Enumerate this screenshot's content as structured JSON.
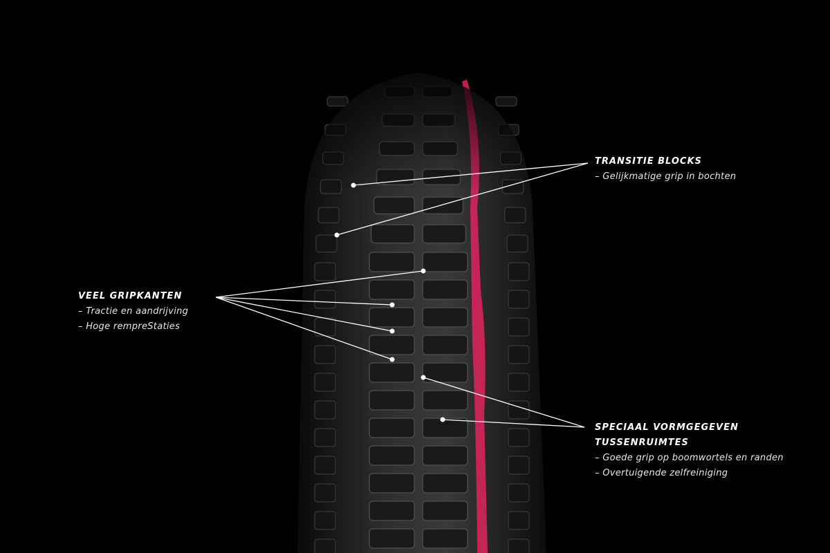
{
  "callouts": {
    "transitie": {
      "title": "TRANSITIE BLOCKS",
      "lines": [
        "– Gelijkmatige grip in bochten"
      ]
    },
    "veel": {
      "title": "VEEL GRIPKANTEN",
      "lines": [
        "– Tractie en aandrijving",
        "– Hoge rempreStaties"
      ]
    },
    "speciaal": {
      "title_1": "SPECIAAL VORMGEGEVEN",
      "title_2": "TUSSENRUIMTES",
      "lines": [
        "– Goede grip op boomwortels en randen",
        "– Overtuigende zelfreiniging"
      ]
    }
  },
  "colors": {
    "background": "#000000",
    "tire": "#2a2a2a",
    "stripe": "#e0245e",
    "callout_line": "#ffffff"
  }
}
